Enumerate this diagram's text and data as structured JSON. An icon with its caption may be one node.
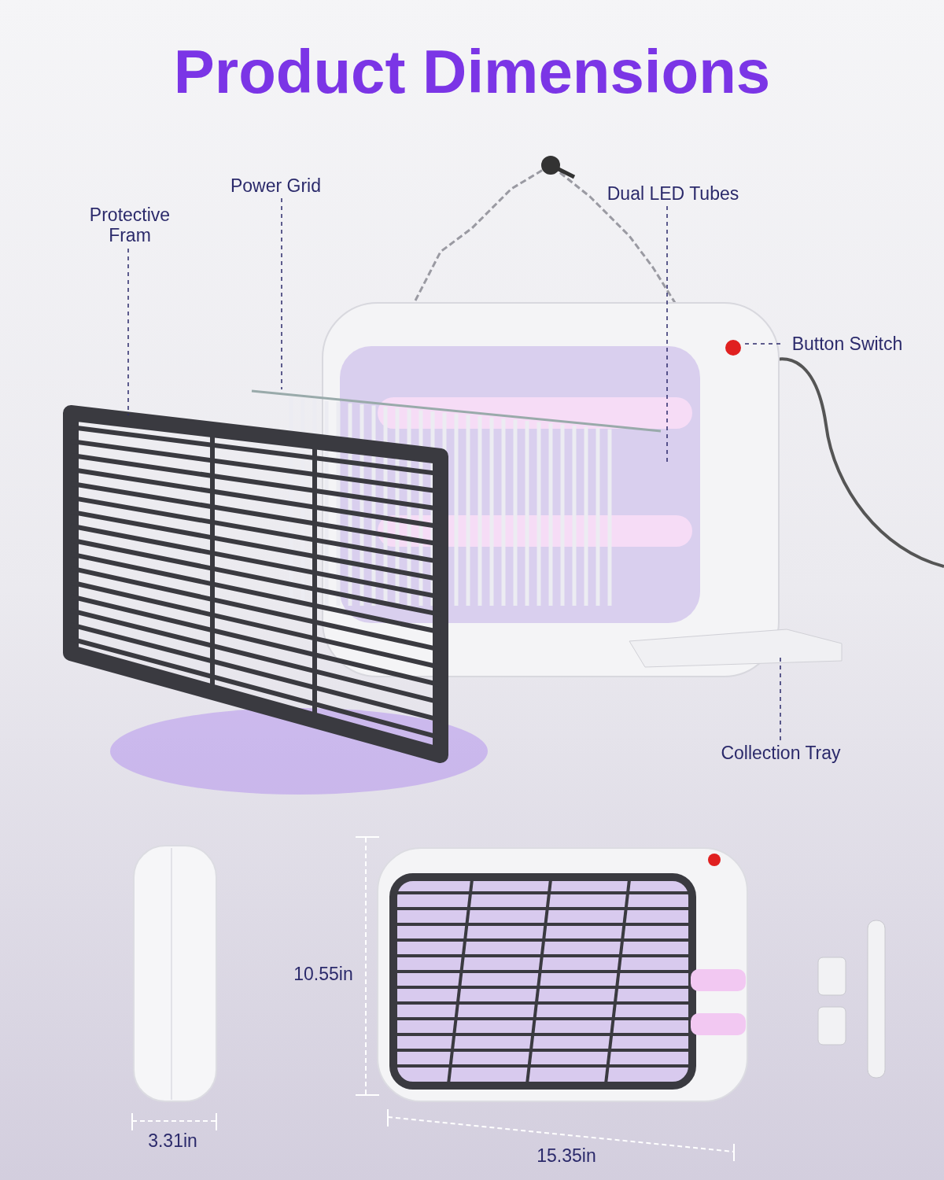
{
  "diagram": {
    "title": "Product Dimensions",
    "nodes": [
      {
        "text": [
          "Protective Fram"
        ]
      },
      {
        "text": [
          "Power Grid"
        ]
      },
      {
        "text": [
          "Dual LED Tubes"
        ]
      },
      {
        "text": [
          "Button Switch"
        ]
      },
      {
        "text": [
          "Collection Tray"
        ]
      }
    ],
    "edges": [
      {
        "from": 0,
        "to": null,
        "arrow": "none",
        "style": "dashed"
      },
      {
        "from": 1,
        "to": null,
        "arrow": "none",
        "style": "dashed"
      },
      {
        "from": 2,
        "to": null,
        "arrow": "none",
        "style": "dashed"
      },
      {
        "from": 3,
        "to": null,
        "arrow": "none",
        "style": "dashed"
      },
      {
        "from": 4,
        "to": null,
        "arrow": "none",
        "style": "dashed"
      }
    ],
    "labels": [
      "10.55in",
      "3.31in",
      "15.35in"
    ]
  }
}
